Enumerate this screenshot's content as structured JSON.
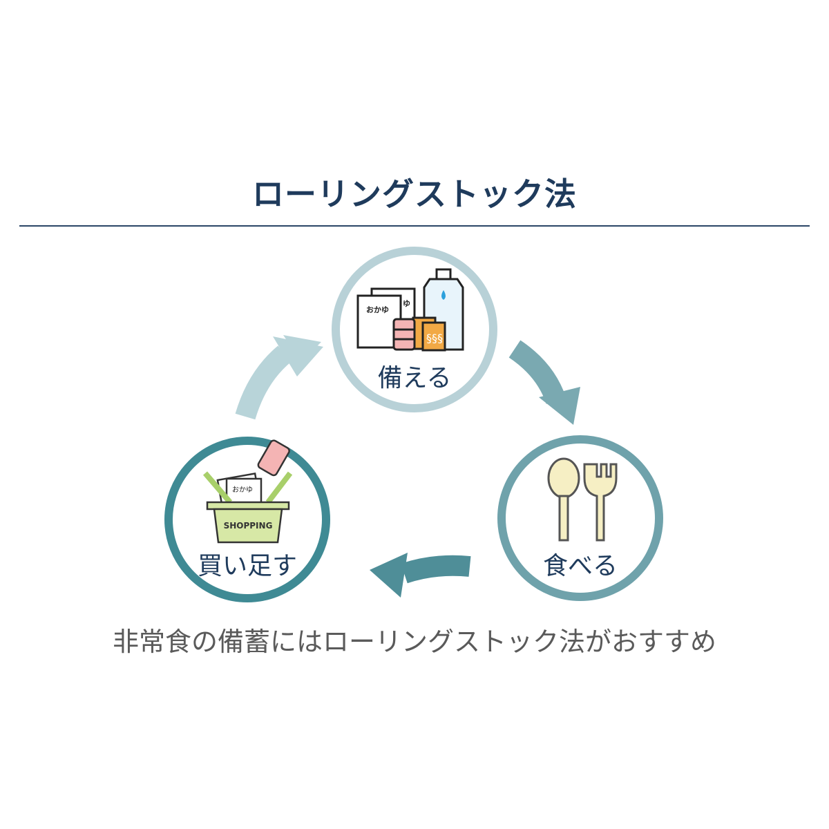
{
  "title": "ローリングストック法",
  "steps": [
    {
      "label": "備える",
      "ring_color": "#b8d1d7"
    },
    {
      "label": "食べる",
      "ring_color": "#6fa2ab"
    },
    {
      "label": "買い足す",
      "ring_color": "#3f8a94"
    }
  ],
  "icon_text": {
    "okayu": "おかゆ",
    "okayu_back": "ゆ",
    "shopping": "SHOPPING"
  },
  "caption": "非常食の備蓄にはローリングストック法がおすすめ"
}
